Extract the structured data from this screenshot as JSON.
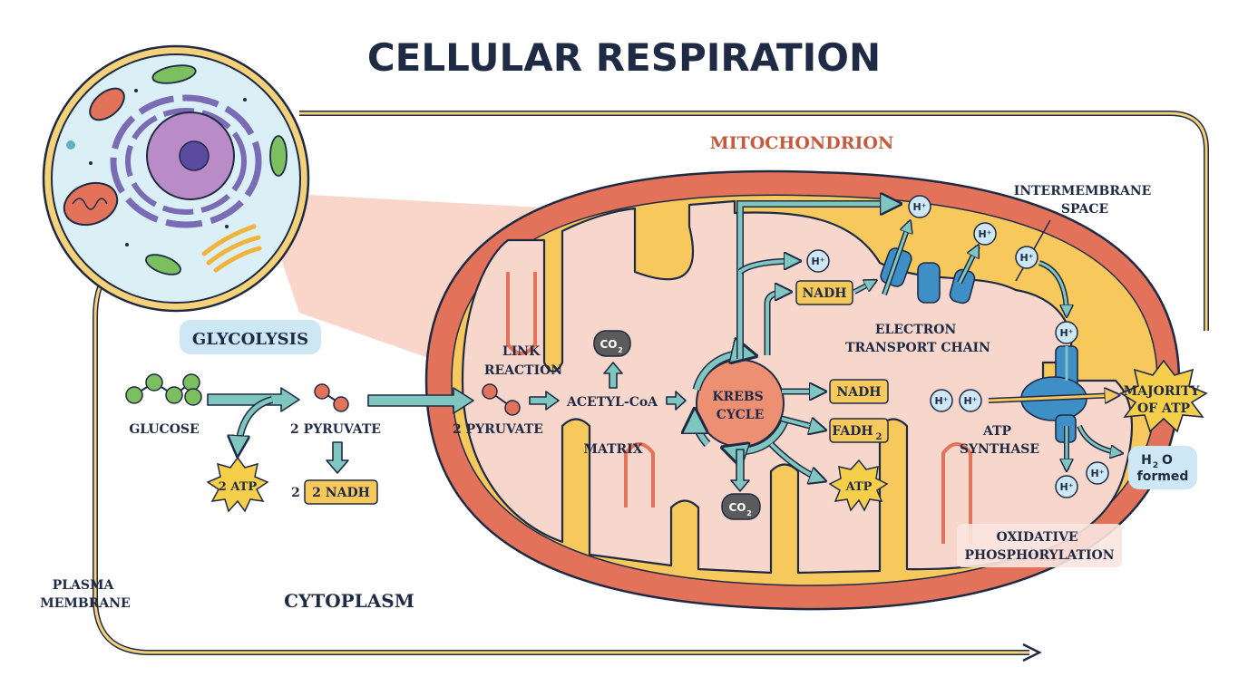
{
  "title": "CELLULAR RESPIRATION",
  "labels": {
    "mitochondrion": "MITOCHONDRION",
    "intermembrane": [
      "INTERMEMBRANE",
      "SPACE"
    ],
    "glycolysis": "GLYCOLYSIS",
    "glucose": "GLUCOSE",
    "pyruvate_left": "2 PYRUVATE",
    "pyruvate_right": "2 PYRUVATE",
    "atp_small": "2 ATP",
    "nadh_prefix": "2",
    "nadh_two": "2 NADH",
    "link_reaction": [
      "LINK",
      "REACTION"
    ],
    "acetyl_coa": "ACETYL-CoA",
    "matrix": "MATRIX",
    "krebs": [
      "KREBS",
      "CYCLE"
    ],
    "nadh": "NADH",
    "fadh2_main": "FADH",
    "fadh2_sub": "2",
    "atp": "ATP",
    "co2_main": "CO",
    "co2_sub": "2",
    "h_plus": "H⁺",
    "etc": [
      "ELECTRON",
      "TRANSPORT CHAIN"
    ],
    "atp_synthase": [
      "ATP",
      "SYNTHASE"
    ],
    "majority_atp": [
      "MAJORITY",
      "OF ATP"
    ],
    "water_main": "H",
    "water_sub": "2",
    "water_rest": "O",
    "water_formed": "formed",
    "oxidative": [
      "OXIDATIVE",
      "PHOSPHORYLATION"
    ],
    "plasma_membrane": [
      "PLASMA",
      "MEMBRANE"
    ],
    "cytoplasm": "CYTOPLASM"
  },
  "colors": {
    "ink": "#1f2a44",
    "mito_outer": "#e2735a",
    "mito_inner": "#f7d6cc",
    "intermembrane": "#f7c85b",
    "arrow": "#7fc6c0",
    "krebs": "#ec8f73",
    "atp_star": "#f6cf4a",
    "protein": "#3f8fc7",
    "membrane": "#f5d27a",
    "co2": "#5b5b5b"
  }
}
